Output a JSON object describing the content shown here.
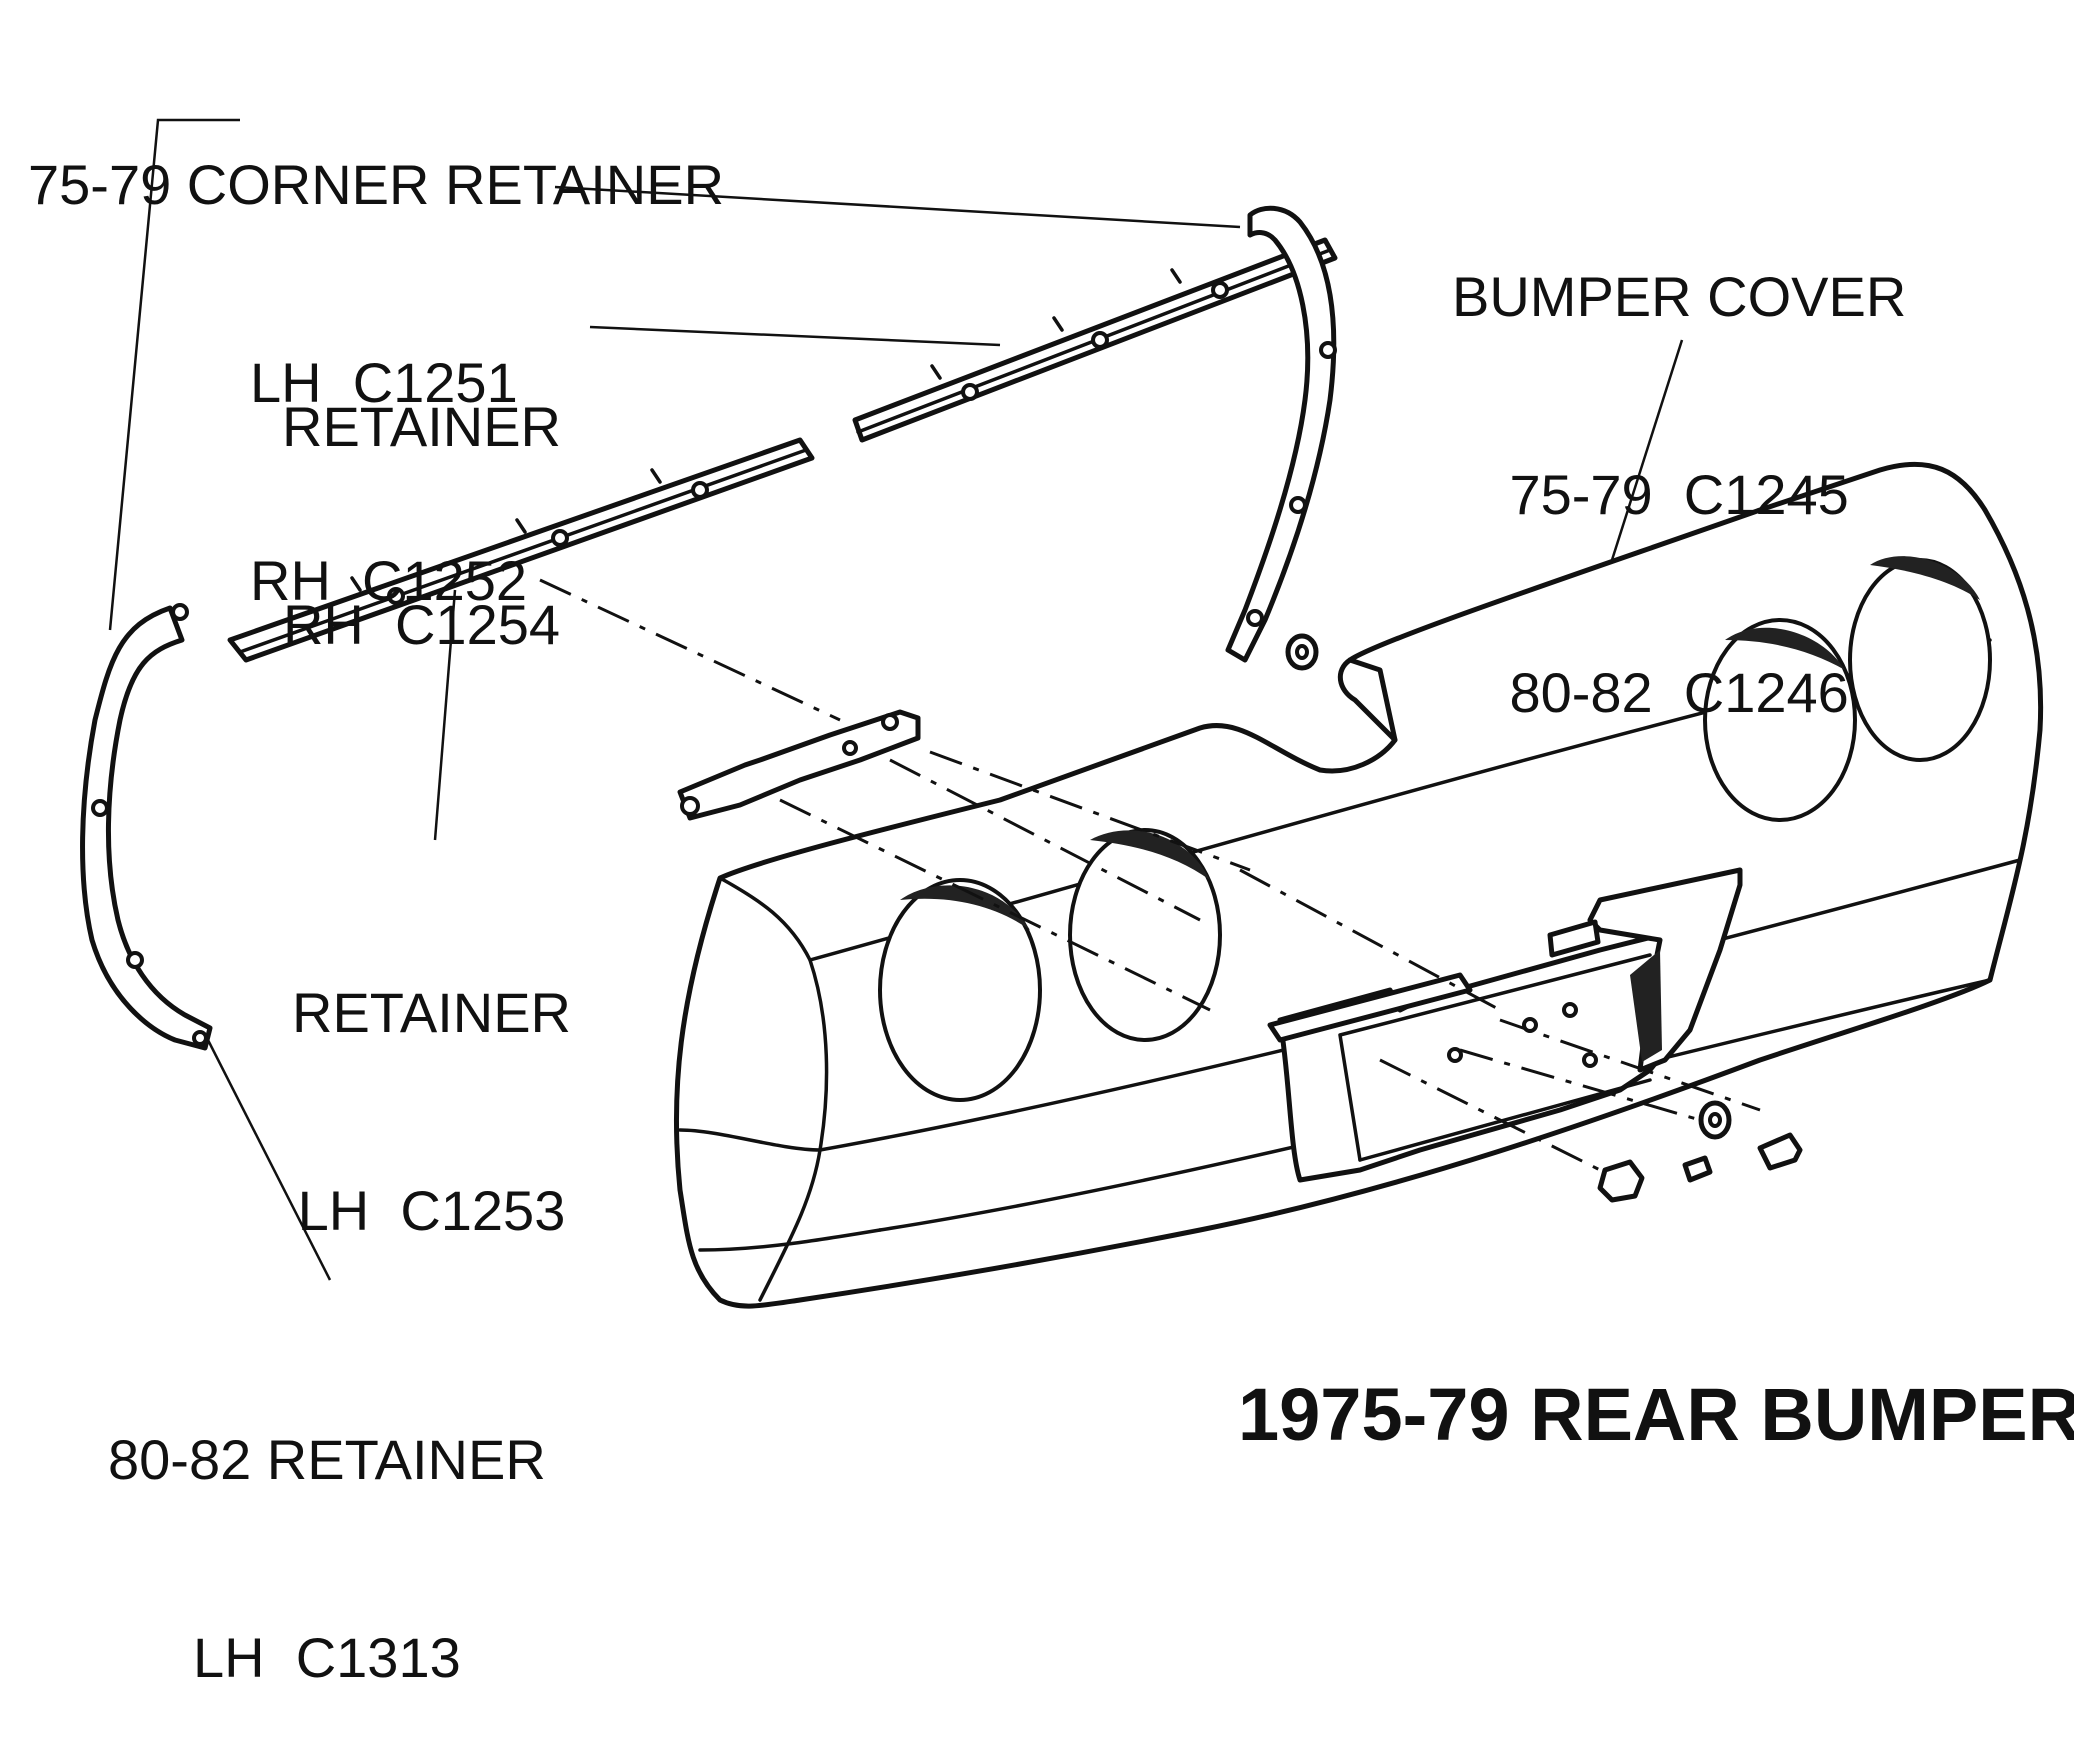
{
  "diagram": {
    "title": "1975-79 REAR BUMPER",
    "labels": {
      "corner_retainer": {
        "line1": "75-79 CORNER RETAINER",
        "line2": "LH  C1251",
        "line3": "RH  C1252"
      },
      "retainer_rh": {
        "line1": "RETAINER",
        "line2": "RH  C1254"
      },
      "bumper_cover": {
        "line1": "BUMPER COVER",
        "line2": "75-79  C1245",
        "line3": "80-82  C1246"
      },
      "retainer_lh": {
        "line1": "RETAINER",
        "line2": "LH  C1253"
      },
      "retainer_80_82": {
        "line1": "80-82 RETAINER",
        "line2": "LH  C1313"
      }
    },
    "parts": [
      "corner-retainer-lh",
      "retainer-lh-c1253",
      "retainer-rh-c1254",
      "corner-retainer-rh",
      "bracket",
      "bumper-cover",
      "hardware"
    ],
    "colors": {
      "ink": "#111111",
      "background": "#ffffff"
    }
  }
}
